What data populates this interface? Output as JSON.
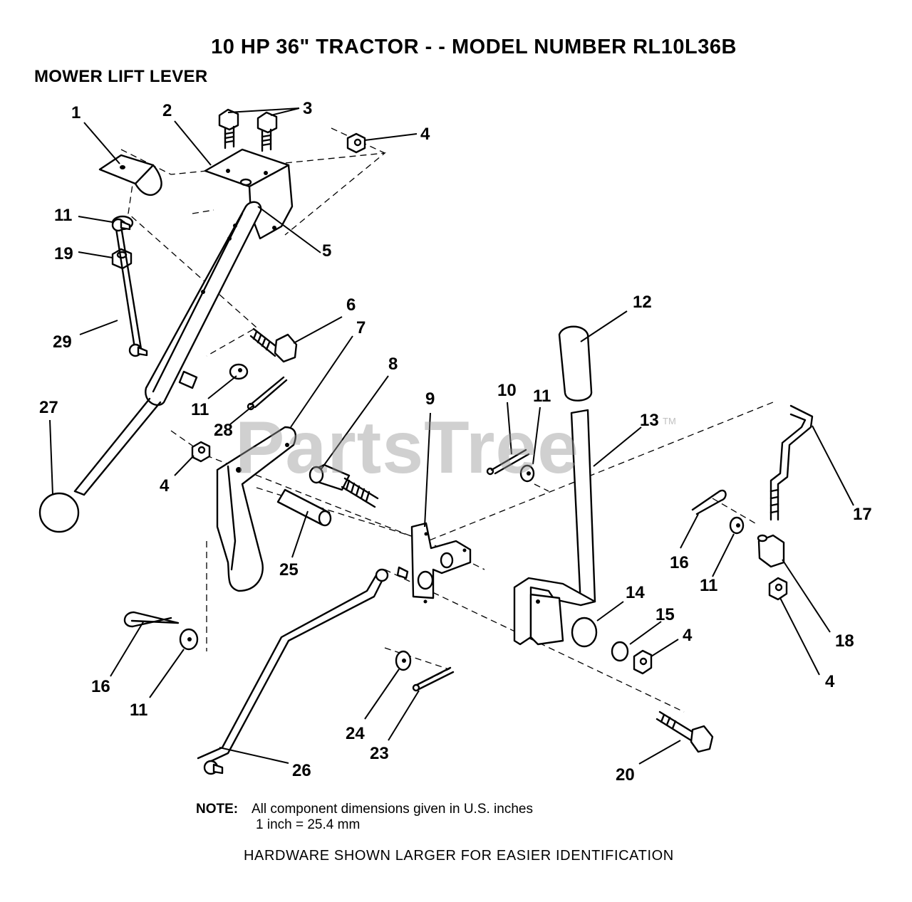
{
  "header": {
    "title": "10 HP 36\" TRACTOR - - MODEL NUMBER RL10L36B",
    "subtitle": "MOWER LIFT LEVER"
  },
  "watermark": {
    "text": "PartsTree",
    "mark": "TM"
  },
  "callouts": [
    {
      "id": "c1",
      "label": "1"
    },
    {
      "id": "c2",
      "label": "2"
    },
    {
      "id": "c3",
      "label": "3"
    },
    {
      "id": "c4a",
      "label": "4"
    },
    {
      "id": "c11a",
      "label": "11"
    },
    {
      "id": "c19",
      "label": "19"
    },
    {
      "id": "c5",
      "label": "5"
    },
    {
      "id": "c6",
      "label": "6"
    },
    {
      "id": "c7",
      "label": "7"
    },
    {
      "id": "c29",
      "label": "29"
    },
    {
      "id": "c11b",
      "label": "11"
    },
    {
      "id": "c28",
      "label": "28"
    },
    {
      "id": "c27",
      "label": "27"
    },
    {
      "id": "c4b",
      "label": "4"
    },
    {
      "id": "c8",
      "label": "8"
    },
    {
      "id": "c25",
      "label": "25"
    },
    {
      "id": "c9",
      "label": "9"
    },
    {
      "id": "c10",
      "label": "10"
    },
    {
      "id": "c11c",
      "label": "11"
    },
    {
      "id": "c12",
      "label": "12"
    },
    {
      "id": "c13",
      "label": "13"
    },
    {
      "id": "c17",
      "label": "17"
    },
    {
      "id": "c16a",
      "label": "16"
    },
    {
      "id": "c11d",
      "label": "11"
    },
    {
      "id": "c18",
      "label": "18"
    },
    {
      "id": "c4c",
      "label": "4"
    },
    {
      "id": "c14",
      "label": "14"
    },
    {
      "id": "c15",
      "label": "15"
    },
    {
      "id": "c4d",
      "label": "4"
    },
    {
      "id": "c16b",
      "label": "16"
    },
    {
      "id": "c11e",
      "label": "11"
    },
    {
      "id": "c24",
      "label": "24"
    },
    {
      "id": "c23",
      "label": "23"
    },
    {
      "id": "c26",
      "label": "26"
    },
    {
      "id": "c20",
      "label": "20"
    }
  ],
  "note": {
    "label": "NOTE:",
    "line1": "All component dimensions given in U.S. inches",
    "line2": "1 inch = 25.4 mm"
  },
  "footer": "HARDWARE SHOWN LARGER FOR EASIER IDENTIFICATION"
}
